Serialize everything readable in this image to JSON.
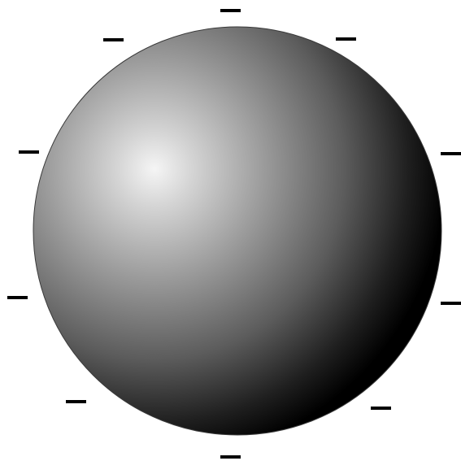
{
  "sphere": {
    "shading": "radial-gradient",
    "highlight_color": "#f5f5f5",
    "shadow_color": "#000000",
    "outline_color": "#3a3a3a"
  },
  "markers": {
    "count": 10,
    "shape": "dash",
    "color": "#000000"
  }
}
